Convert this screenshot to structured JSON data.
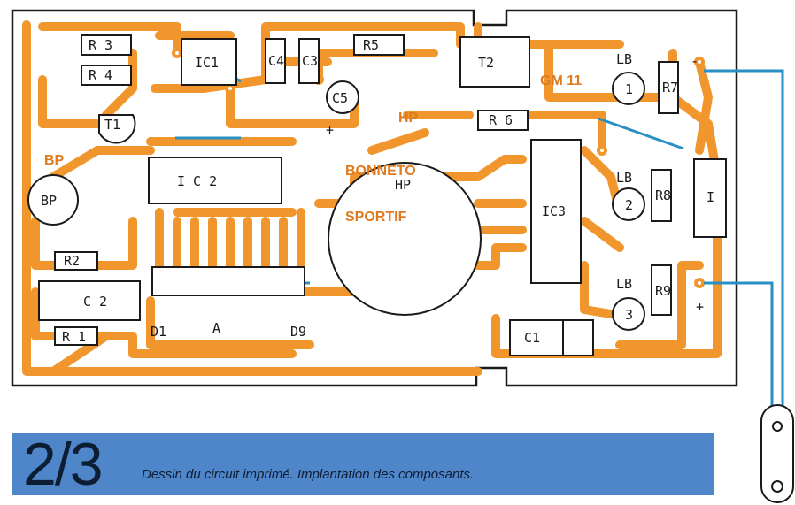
{
  "figure": {
    "number": "2/3",
    "caption": "Dessin du circuit imprimé. Implantation des composants."
  },
  "components": {
    "r1": "R 1",
    "r2": "R2",
    "r3": "R 3",
    "r4": "R 4",
    "r5": "R5",
    "r6": "R 6",
    "r7": "R7",
    "r8": "R8",
    "r9": "R9",
    "ic1": "IC1",
    "ic2": "I C 2",
    "ic3": "IC3",
    "t1": "T1",
    "t2": "T2",
    "c1": "C1",
    "c2": "C 2",
    "c3": "C3",
    "c4": "C4",
    "c5": "C5",
    "lb1": "LB",
    "lb2": "LB",
    "lb3": "LB",
    "lb1_num": "1",
    "lb2_num": "2",
    "lb3_num": "3",
    "bp": "BP",
    "bp_mirror": "BP",
    "hp": "HP",
    "hp_mirror": "HP",
    "switch": "I",
    "d1": "D1",
    "d9": "D9",
    "array": "A",
    "plus_a": "+",
    "plus_b": "+",
    "minus": "-",
    "mirror_text_1": "BONNETO",
    "mirror_text_2": "SPORTIF",
    "gm": "GM 11"
  },
  "colors": {
    "copper": "#f0962c",
    "outline": "#1a1a1a",
    "wire": "#2a8fc4",
    "caption_bg": "#4f86c9"
  }
}
